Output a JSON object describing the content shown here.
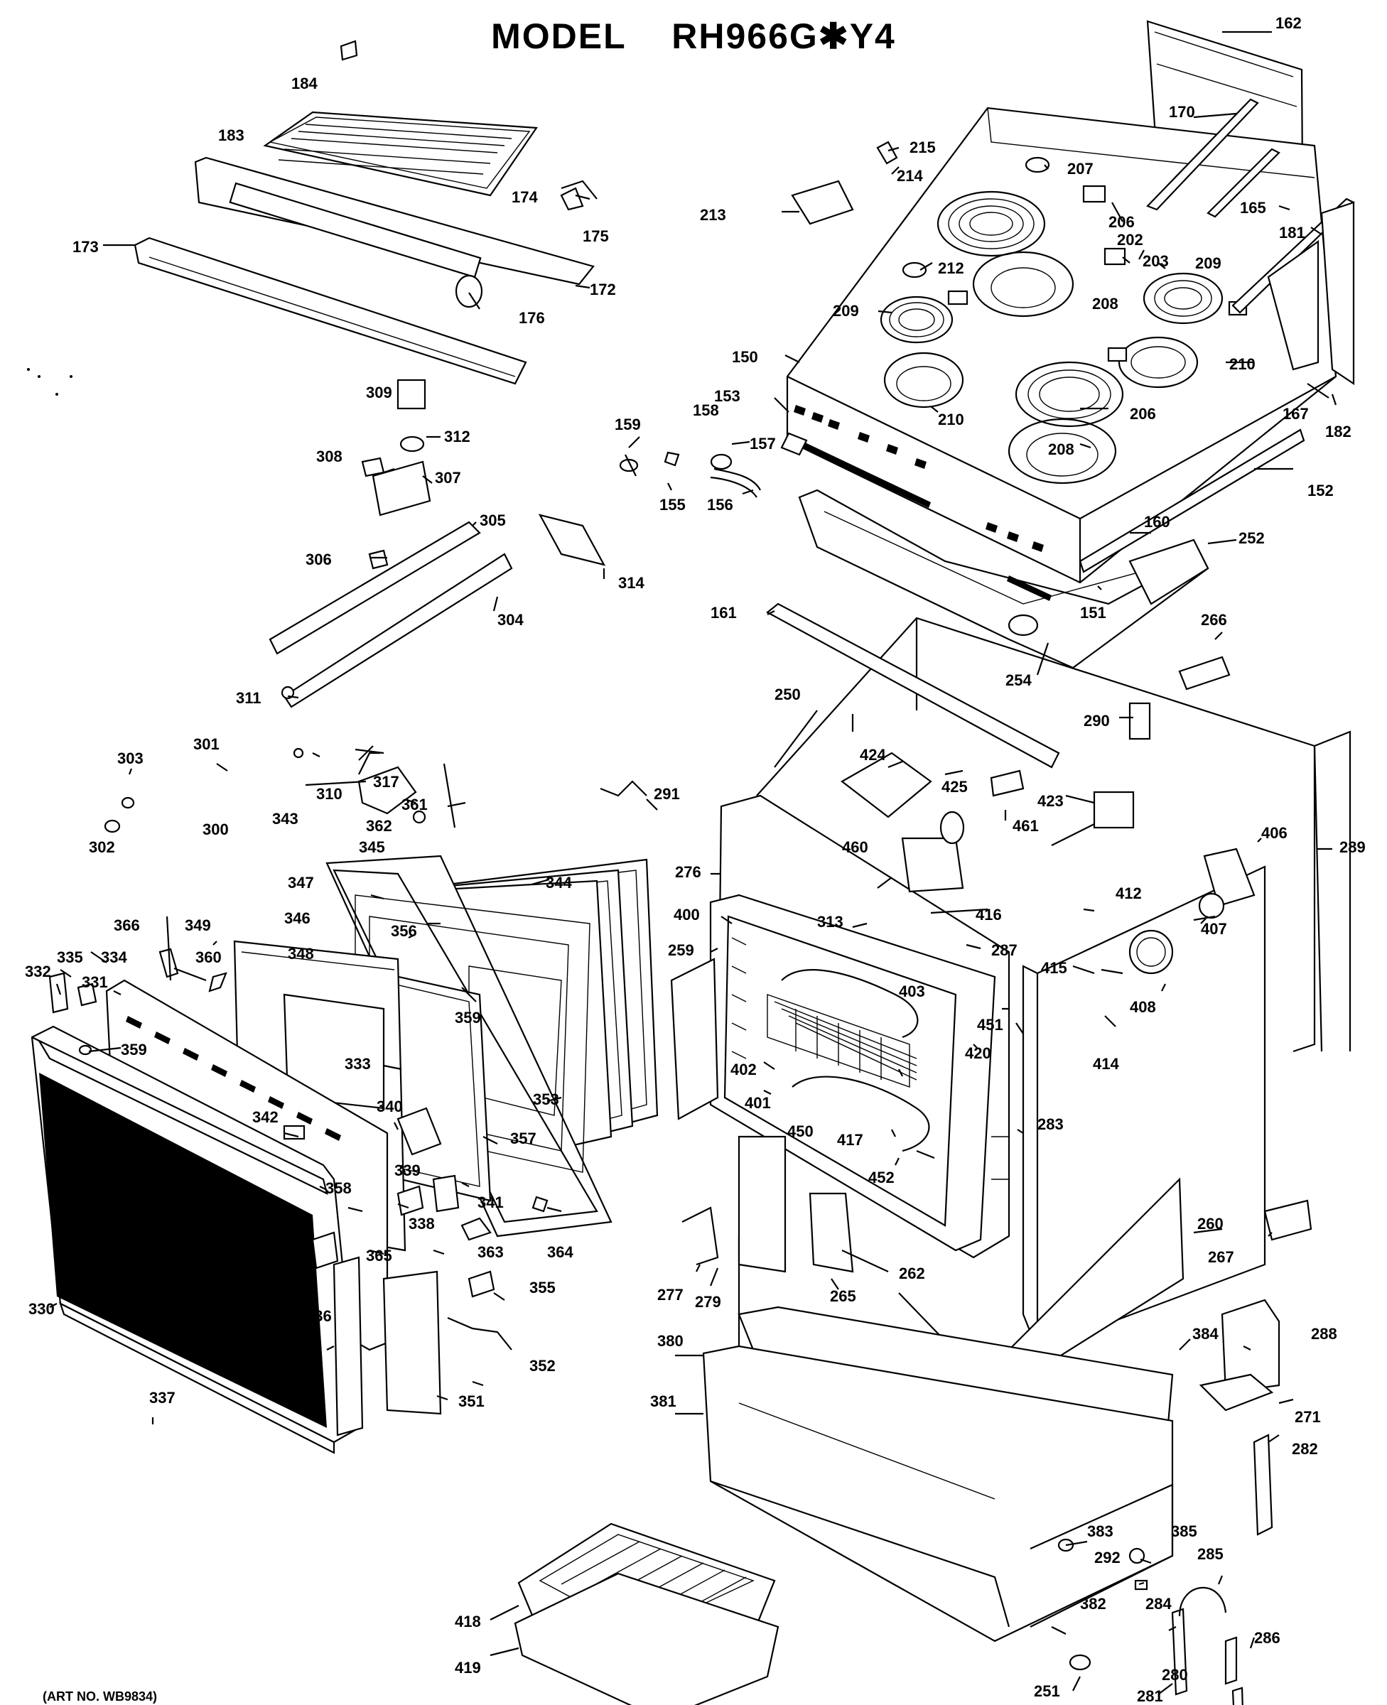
{
  "title": {
    "model_label": "MODEL",
    "model_number": "RH966G",
    "model_star": "✱",
    "model_suffix": "Y4"
  },
  "footer": {
    "art_number": "(ART NO. WB9834)"
  },
  "callouts": [
    {
      "id": "c162",
      "label": "162"
    },
    {
      "id": "c184",
      "label": "184"
    },
    {
      "id": "c183",
      "label": "183"
    },
    {
      "id": "c170",
      "label": "170"
    },
    {
      "id": "c215",
      "label": "215"
    },
    {
      "id": "c214",
      "label": "214"
    },
    {
      "id": "c207",
      "label": "207"
    },
    {
      "id": "c174",
      "label": "174"
    },
    {
      "id": "c175",
      "label": "175"
    },
    {
      "id": "c213",
      "label": "213"
    },
    {
      "id": "c206a",
      "label": "206"
    },
    {
      "id": "c165",
      "label": "165"
    },
    {
      "id": "c181",
      "label": "181"
    },
    {
      "id": "c173",
      "label": "173"
    },
    {
      "id": "c172",
      "label": "172"
    },
    {
      "id": "c212",
      "label": "212"
    },
    {
      "id": "c202",
      "label": "202"
    },
    {
      "id": "c203",
      "label": "203"
    },
    {
      "id": "c209a",
      "label": "209"
    },
    {
      "id": "c208a",
      "label": "208"
    },
    {
      "id": "c176",
      "label": "176"
    },
    {
      "id": "c209b",
      "label": "209"
    },
    {
      "id": "c150",
      "label": "150"
    },
    {
      "id": "c210a",
      "label": "210"
    },
    {
      "id": "c309",
      "label": "309"
    },
    {
      "id": "c153",
      "label": "153"
    },
    {
      "id": "c158",
      "label": "158"
    },
    {
      "id": "c210b",
      "label": "210"
    },
    {
      "id": "c206b",
      "label": "206"
    },
    {
      "id": "c167",
      "label": "167"
    },
    {
      "id": "c182",
      "label": "182"
    },
    {
      "id": "c159",
      "label": "159"
    },
    {
      "id": "c312",
      "label": "312"
    },
    {
      "id": "c157",
      "label": "157"
    },
    {
      "id": "c208b",
      "label": "208"
    },
    {
      "id": "c308",
      "label": "308"
    },
    {
      "id": "c307",
      "label": "307"
    },
    {
      "id": "c155",
      "label": "155"
    },
    {
      "id": "c156",
      "label": "156"
    },
    {
      "id": "c152",
      "label": "152"
    },
    {
      "id": "c305",
      "label": "305"
    },
    {
      "id": "c160",
      "label": "160"
    },
    {
      "id": "c252",
      "label": "252"
    },
    {
      "id": "c306",
      "label": "306"
    },
    {
      "id": "c314",
      "label": "314"
    },
    {
      "id": "c151",
      "label": "151"
    },
    {
      "id": "c304",
      "label": "304"
    },
    {
      "id": "c161",
      "label": "161"
    },
    {
      "id": "c266",
      "label": "266"
    },
    {
      "id": "c254",
      "label": "254"
    },
    {
      "id": "c311",
      "label": "311"
    },
    {
      "id": "c250",
      "label": "250"
    },
    {
      "id": "c290",
      "label": "290"
    },
    {
      "id": "c303",
      "label": "303"
    },
    {
      "id": "c301",
      "label": "301"
    },
    {
      "id": "c310",
      "label": "310"
    },
    {
      "id": "c317",
      "label": "317"
    },
    {
      "id": "c424",
      "label": "424"
    },
    {
      "id": "c425",
      "label": "425"
    },
    {
      "id": "c461",
      "label": "461"
    },
    {
      "id": "c302",
      "label": "302"
    },
    {
      "id": "c300",
      "label": "300"
    },
    {
      "id": "c291",
      "label": "291"
    },
    {
      "id": "c423",
      "label": "423"
    },
    {
      "id": "c361",
      "label": "361"
    },
    {
      "id": "c343",
      "label": "343"
    },
    {
      "id": "c362",
      "label": "362"
    },
    {
      "id": "c345",
      "label": "345"
    },
    {
      "id": "c406",
      "label": "406"
    },
    {
      "id": "c289",
      "label": "289"
    },
    {
      "id": "c276",
      "label": "276"
    },
    {
      "id": "c460",
      "label": "460"
    },
    {
      "id": "c344",
      "label": "344"
    },
    {
      "id": "c412",
      "label": "412"
    },
    {
      "id": "c347",
      "label": "347"
    },
    {
      "id": "c400",
      "label": "400"
    },
    {
      "id": "c416",
      "label": "416"
    },
    {
      "id": "c346",
      "label": "346"
    },
    {
      "id": "c356",
      "label": "356"
    },
    {
      "id": "c313",
      "label": "313"
    },
    {
      "id": "c407",
      "label": "407"
    },
    {
      "id": "c366",
      "label": "366"
    },
    {
      "id": "c349",
      "label": "349"
    },
    {
      "id": "c259",
      "label": "259"
    },
    {
      "id": "c287",
      "label": "287"
    },
    {
      "id": "c335",
      "label": "335"
    },
    {
      "id": "c334",
      "label": "334"
    },
    {
      "id": "c360",
      "label": "360"
    },
    {
      "id": "c348",
      "label": "348"
    },
    {
      "id": "c415",
      "label": "415"
    },
    {
      "id": "c332",
      "label": "332"
    },
    {
      "id": "c331",
      "label": "331"
    },
    {
      "id": "c403",
      "label": "403"
    },
    {
      "id": "c408",
      "label": "408"
    },
    {
      "id": "c359a",
      "label": "359"
    },
    {
      "id": "c451",
      "label": "451"
    },
    {
      "id": "c359b",
      "label": "359"
    },
    {
      "id": "c420",
      "label": "420"
    },
    {
      "id": "c414",
      "label": "414"
    },
    {
      "id": "c333",
      "label": "333"
    },
    {
      "id": "c402",
      "label": "402"
    },
    {
      "id": "c353",
      "label": "353"
    },
    {
      "id": "c401",
      "label": "401"
    },
    {
      "id": "c340",
      "label": "340"
    },
    {
      "id": "c283",
      "label": "283"
    },
    {
      "id": "c342",
      "label": "342"
    },
    {
      "id": "c450",
      "label": "450"
    },
    {
      "id": "c417",
      "label": "417"
    },
    {
      "id": "c357",
      "label": "357"
    },
    {
      "id": "c339",
      "label": "339"
    },
    {
      "id": "c452",
      "label": "452"
    },
    {
      "id": "c358",
      "label": "358"
    },
    {
      "id": "c341",
      "label": "341"
    },
    {
      "id": "c338",
      "label": "338"
    },
    {
      "id": "c260",
      "label": "260"
    },
    {
      "id": "c363",
      "label": "363"
    },
    {
      "id": "c364",
      "label": "364"
    },
    {
      "id": "c267",
      "label": "267"
    },
    {
      "id": "c365",
      "label": "365"
    },
    {
      "id": "c262",
      "label": "262"
    },
    {
      "id": "c355",
      "label": "355"
    },
    {
      "id": "c277",
      "label": "277"
    },
    {
      "id": "c279",
      "label": "279"
    },
    {
      "id": "c265",
      "label": "265"
    },
    {
      "id": "c330",
      "label": "330"
    },
    {
      "id": "c336",
      "label": "336"
    },
    {
      "id": "c288",
      "label": "288"
    },
    {
      "id": "c380",
      "label": "380"
    },
    {
      "id": "c384",
      "label": "384"
    },
    {
      "id": "c352",
      "label": "352"
    },
    {
      "id": "c337",
      "label": "337"
    },
    {
      "id": "c351",
      "label": "351"
    },
    {
      "id": "c381",
      "label": "381"
    },
    {
      "id": "c271",
      "label": "271"
    },
    {
      "id": "c282",
      "label": "282"
    },
    {
      "id": "c383",
      "label": "383"
    },
    {
      "id": "c385",
      "label": "385"
    },
    {
      "id": "c292",
      "label": "292"
    },
    {
      "id": "c285",
      "label": "285"
    },
    {
      "id": "c382",
      "label": "382"
    },
    {
      "id": "c284",
      "label": "284"
    },
    {
      "id": "c286",
      "label": "286"
    },
    {
      "id": "c418",
      "label": "418"
    },
    {
      "id": "c281",
      "label": "281"
    },
    {
      "id": "c251",
      "label": "251"
    },
    {
      "id": "c419",
      "label": "419"
    },
    {
      "id": "c280",
      "label": "280"
    }
  ]
}
